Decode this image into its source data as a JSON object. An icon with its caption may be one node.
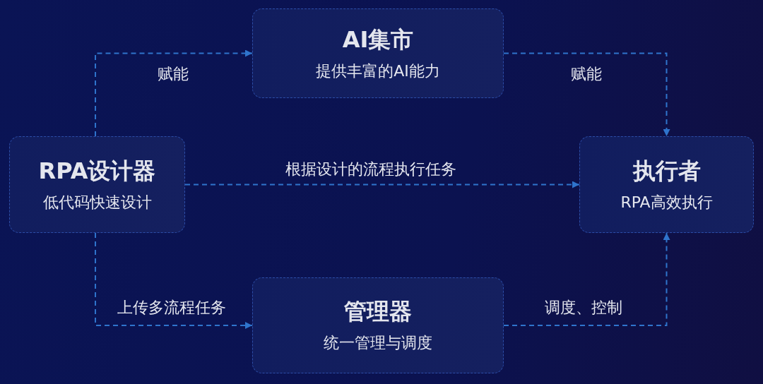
{
  "diagram": {
    "nodes": [
      {
        "text": [
          "RPA设计器",
          "低代码快速设计"
        ]
      },
      {
        "text": [
          "AI集市",
          "提供丰富的AI能力"
        ]
      },
      {
        "text": [
          "执行者",
          "RPA高效执行"
        ]
      },
      {
        "text": [
          "管理器",
          "统一管理与调度"
        ]
      }
    ],
    "edges": [
      {
        "from": 0,
        "to": 1,
        "arrow": "to",
        "label": "赋能",
        "style": "dashed"
      },
      {
        "from": 1,
        "to": 2,
        "arrow": "to",
        "label": "赋能",
        "style": "dashed"
      },
      {
        "from": 0,
        "to": 2,
        "arrow": "to",
        "label": "根据设计的流程执行任务",
        "style": "dashed"
      },
      {
        "from": 0,
        "to": 3,
        "arrow": "to",
        "label": "上传多流程任务",
        "style": "dashed"
      },
      {
        "from": 3,
        "to": 2,
        "arrow": "to",
        "label": "调度、控制",
        "style": "dashed"
      }
    ]
  }
}
